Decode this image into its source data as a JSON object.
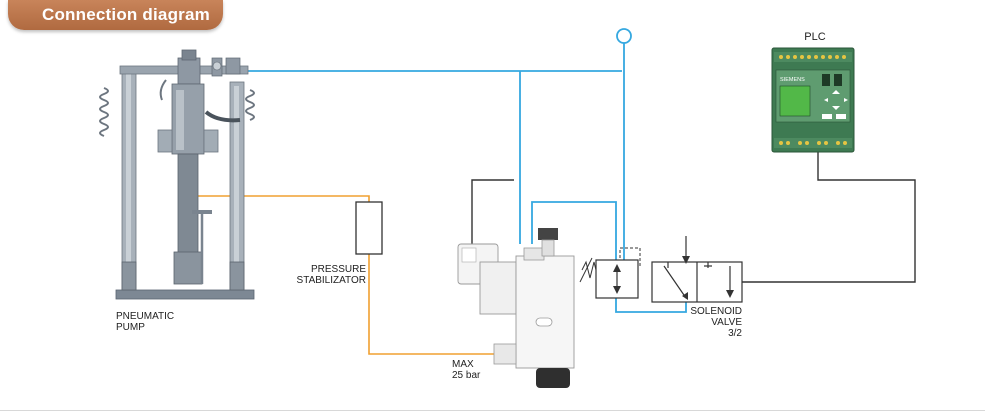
{
  "header": {
    "title": "Connection diagram"
  },
  "labels": {
    "plc": "PLC",
    "plc_brand": "SIEMENS",
    "pump": [
      "PNEUMATIC",
      "PUMP"
    ],
    "stabilizer": [
      "PRESSURE",
      "STABILIZATOR"
    ],
    "max_pressure": [
      "MAX",
      "25 bar"
    ],
    "solenoid": [
      "SOLENOID",
      "VALVE",
      "3/2"
    ]
  },
  "colors": {
    "air_line": "#35a8e0",
    "fluid_line": "#f0a030",
    "signal_line": "#333333",
    "plc_body": "#3e7a52",
    "plc_display": "#52b848",
    "title_tab": "#b8744a"
  }
}
